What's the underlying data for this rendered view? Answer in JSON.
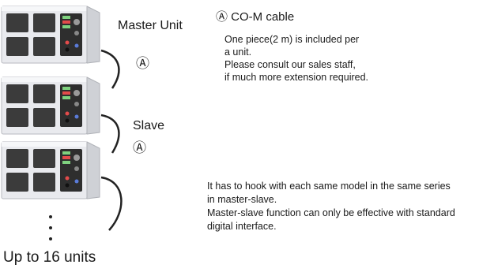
{
  "labels": {
    "master": "Master Unit",
    "slave": "Slave",
    "up_to": "Up to 16 units",
    "connector_a": "Ⓐ"
  },
  "cable": {
    "title": "Ⓐ CO-M cable",
    "note_lines": [
      "One piece(2 m) is included per",
      "a unit.",
      "Please consult our sales staff,",
      "if much more extension required."
    ]
  },
  "info_lines": [
    "It has to hook with each same model in the same series",
    "in master-slave.",
    "Master-slave function can only be effective with standard",
    "digital interface."
  ],
  "units": [
    {
      "role": "master"
    },
    {
      "role": "slave"
    },
    {
      "role": "slave"
    }
  ],
  "colors": {
    "chassis": "#e9eaee",
    "panel": "#3b3b3b",
    "cable": "#222222",
    "display_green": "#7fd17f",
    "display_red": "#e34b4b"
  }
}
